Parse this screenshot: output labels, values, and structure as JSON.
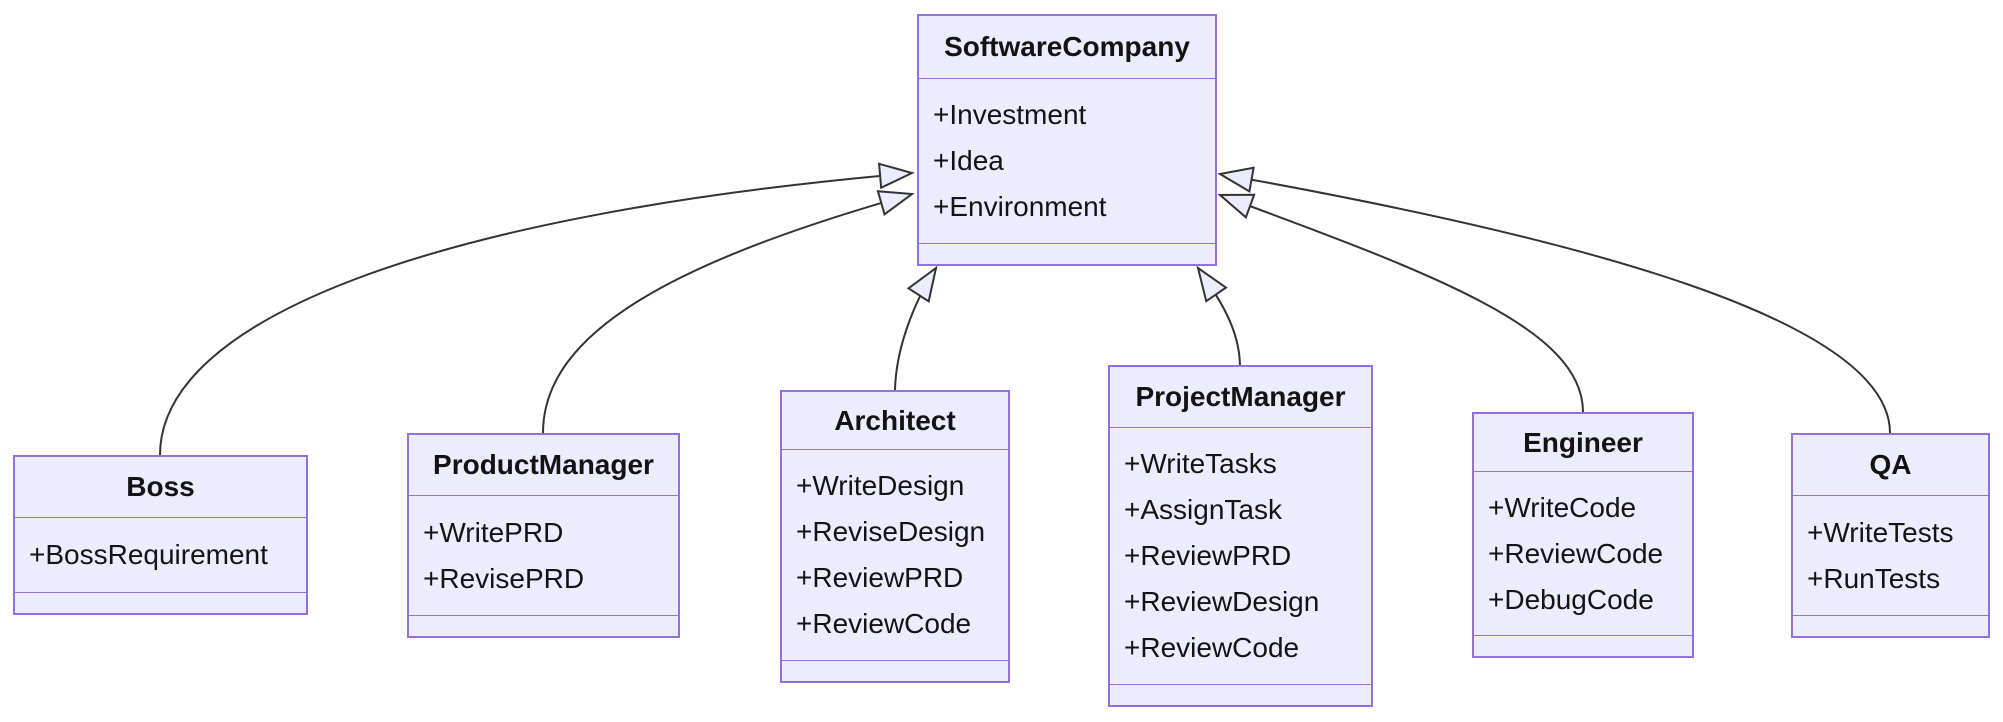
{
  "diagram": {
    "kind": "uml-class-diagram",
    "colors": {
      "node_fill": "#ECECFF",
      "node_border": "#9370DB",
      "edge": "#333333",
      "text": "#131313",
      "background": "#ffffff"
    },
    "classes": [
      {
        "name": "SoftwareCompany",
        "attributes": [
          "+Investment",
          "+Idea",
          "+Environment"
        ],
        "methods": []
      },
      {
        "name": "Boss",
        "attributes": [
          "+BossRequirement"
        ],
        "methods": []
      },
      {
        "name": "ProductManager",
        "attributes": [
          "+WritePRD",
          "+RevisePRD"
        ],
        "methods": []
      },
      {
        "name": "Architect",
        "attributes": [
          "+WriteDesign",
          "+ReviseDesign",
          "+ReviewPRD",
          "+ReviewCode"
        ],
        "methods": []
      },
      {
        "name": "ProjectManager",
        "attributes": [
          "+WriteTasks",
          "+AssignTask",
          "+ReviewPRD",
          "+ReviewDesign",
          "+ReviewCode"
        ],
        "methods": []
      },
      {
        "name": "Engineer",
        "attributes": [
          "+WriteCode",
          "+ReviewCode",
          "+DebugCode"
        ],
        "methods": []
      },
      {
        "name": "QA",
        "attributes": [
          "+WriteTests",
          "+RunTests"
        ],
        "methods": []
      }
    ],
    "relations": [
      {
        "from": "Boss",
        "to": "SoftwareCompany",
        "type": "inheritance"
      },
      {
        "from": "ProductManager",
        "to": "SoftwareCompany",
        "type": "inheritance"
      },
      {
        "from": "Architect",
        "to": "SoftwareCompany",
        "type": "inheritance"
      },
      {
        "from": "ProjectManager",
        "to": "SoftwareCompany",
        "type": "inheritance"
      },
      {
        "from": "Engineer",
        "to": "SoftwareCompany",
        "type": "inheritance"
      },
      {
        "from": "QA",
        "to": "SoftwareCompany",
        "type": "inheritance"
      }
    ]
  }
}
